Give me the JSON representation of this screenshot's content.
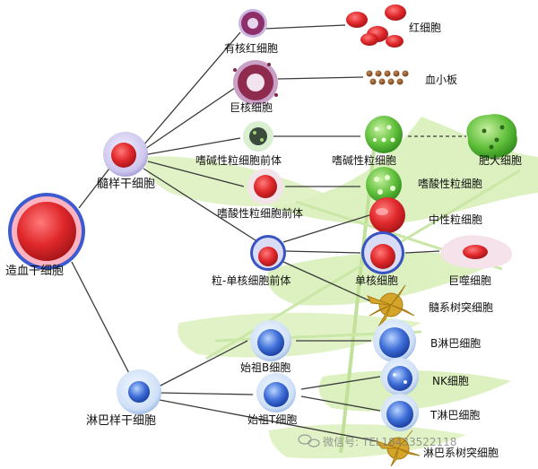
{
  "labels": {
    "hematopoietic_stem_cell": "造血干细胞",
    "myeloid_stem_cell": "髓样干细胞",
    "lymphoid_stem_cell": "淋巴样干细胞",
    "nucleated_rbc": "有核红细胞",
    "megakaryocyte": "巨核细胞",
    "basophil_precursor": "嗜碱性粒细胞前体",
    "eosinophil_precursor": "嗜酸性粒细胞前体",
    "granulo_mono_precursor": "粒-单核细胞前体",
    "rbc": "红细胞",
    "platelet": "血小板",
    "basophil": "嗜碱性粒细胞",
    "mast_cell": "肥大细胞",
    "eosinophil": "嗜酸性粒细胞",
    "neutrophil": "中性粒细胞",
    "monocyte": "单核细胞",
    "macrophage": "巨噬细胞",
    "myeloid_dc": "髓系树突细胞",
    "b_progenitor": "始祖B细胞",
    "t_progenitor": "始祖T细胞",
    "b_lymphocyte": "B淋巴细胞",
    "nk_cell": "NK细胞",
    "t_lymphocyte": "T淋巴细胞",
    "lymphoid_dc": "淋巴系树突细胞"
  },
  "watermark": "微信号: TEL18433522118",
  "colors": {
    "line": "#3a3a3a",
    "leaf": "#cfe9a6",
    "red": "#d8252a",
    "green": "#5fbf3a",
    "blue": "#2a56c6",
    "yellow": "#d9a520",
    "purple": "#7e6fc4"
  }
}
